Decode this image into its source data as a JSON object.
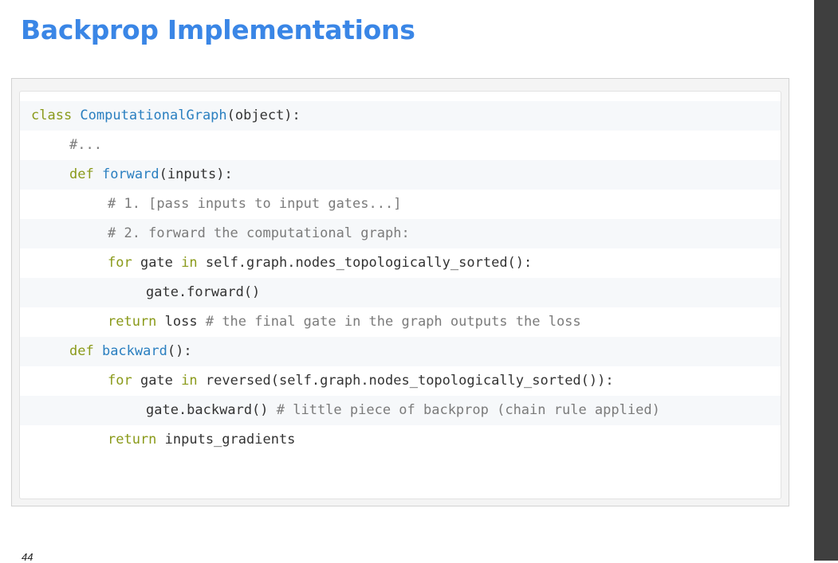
{
  "slide": {
    "title": "Backprop Implementations",
    "page_number": "44"
  },
  "code": {
    "lines": [
      {
        "indent": 0,
        "tokens": [
          {
            "t": "class ",
            "c": "kw"
          },
          {
            "t": "ComputationalGraph",
            "c": "fn"
          },
          {
            "t": "(object):",
            "c": "idt"
          }
        ]
      },
      {
        "indent": 1,
        "tokens": [
          {
            "t": "#...",
            "c": "cm"
          }
        ]
      },
      {
        "indent": 1,
        "tokens": [
          {
            "t": "def ",
            "c": "kw"
          },
          {
            "t": "forward",
            "c": "fn"
          },
          {
            "t": "(inputs):",
            "c": "idt"
          }
        ]
      },
      {
        "indent": 2,
        "tokens": [
          {
            "t": "# 1. [pass inputs to input gates...]",
            "c": "cm"
          }
        ]
      },
      {
        "indent": 2,
        "tokens": [
          {
            "t": "# 2. forward the computational graph:",
            "c": "cm"
          }
        ]
      },
      {
        "indent": 2,
        "tokens": [
          {
            "t": "for ",
            "c": "kw"
          },
          {
            "t": "gate ",
            "c": "idt"
          },
          {
            "t": "in ",
            "c": "kw"
          },
          {
            "t": "self.graph.nodes_topologically_sorted():",
            "c": "idt"
          }
        ]
      },
      {
        "indent": 3,
        "tokens": [
          {
            "t": "gate.forward()",
            "c": "idt"
          }
        ]
      },
      {
        "indent": 2,
        "tokens": [
          {
            "t": "return ",
            "c": "kw"
          },
          {
            "t": "loss ",
            "c": "idt"
          },
          {
            "t": "# the final gate in the graph outputs the loss",
            "c": "cm"
          }
        ]
      },
      {
        "indent": 1,
        "tokens": [
          {
            "t": "def ",
            "c": "kw"
          },
          {
            "t": "backward",
            "c": "fn"
          },
          {
            "t": "():",
            "c": "idt"
          }
        ]
      },
      {
        "indent": 2,
        "tokens": [
          {
            "t": "for ",
            "c": "kw"
          },
          {
            "t": "gate ",
            "c": "idt"
          },
          {
            "t": "in ",
            "c": "kw"
          },
          {
            "t": "reversed(self.graph.nodes_topologically_sorted()):",
            "c": "idt"
          }
        ]
      },
      {
        "indent": 3,
        "tokens": [
          {
            "t": "gate.backward() ",
            "c": "idt"
          },
          {
            "t": "# little piece of backprop (chain rule applied)",
            "c": "cm"
          }
        ]
      },
      {
        "indent": 2,
        "tokens": [
          {
            "t": "return ",
            "c": "kw"
          },
          {
            "t": "inputs_gradients",
            "c": "idt"
          }
        ]
      }
    ]
  },
  "colors": {
    "title": "#3a86e6",
    "keyword": "#8a9a1a",
    "function_name": "#2a7fc0",
    "comment": "#7b7b7b",
    "identifier": "#333333",
    "stripe": "#f6f8fa",
    "side_bar": "#3f3f3f"
  }
}
